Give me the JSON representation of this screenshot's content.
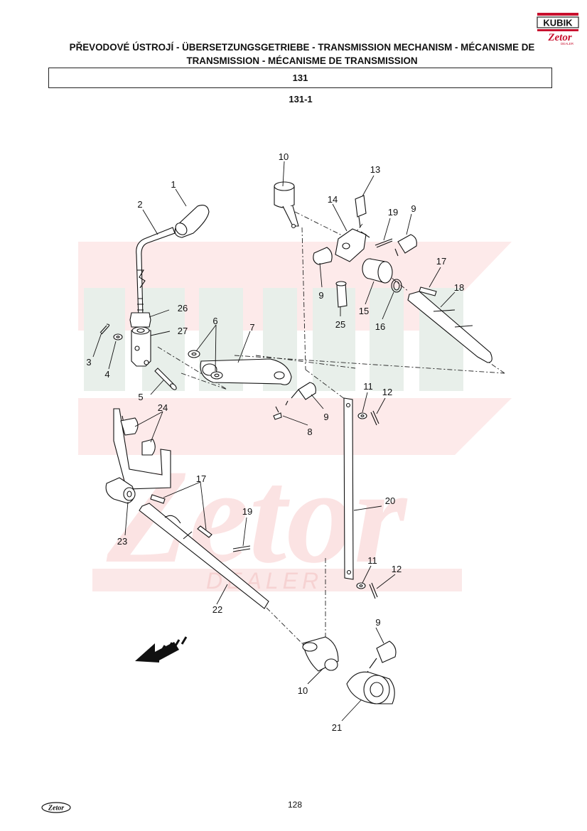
{
  "header": {
    "title_line1": "PŘEVODOVÉ ÚSTROJÍ - ÜBERSETZUNGSGETRIEBE - TRANSMISSION MECHANISM - MÉCANISME DE",
    "title_line2": "TRANSMISSION - MÉCANISME DE TRANSMISSION",
    "section": "131",
    "subsection": "131-1"
  },
  "brand": {
    "logo_text": "KUBIK",
    "logo_sub": "Zetor",
    "logo_tag": "DEALER",
    "watermark_text": "Zetor",
    "watermark_sub": "DEALER"
  },
  "colors": {
    "brand_red": "#c8102e",
    "watermark_red": "#fbe3e3",
    "watermark_gray": "#e7eee9",
    "line": "#111111"
  },
  "callouts": {
    "c1": "1",
    "c2": "2",
    "c3": "3",
    "c4": "4",
    "c5": "5",
    "c6": "6",
    "c7": "7",
    "c8": "8",
    "c9a": "9",
    "c9b": "9",
    "c9c": "9",
    "c9d": "9",
    "c10a": "10",
    "c10b": "10",
    "c11a": "11",
    "c11b": "11",
    "c12a": "12",
    "c12b": "12",
    "c13": "13",
    "c14": "14",
    "c15": "15",
    "c16": "16",
    "c17a": "17",
    "c17b": "17",
    "c18": "18",
    "c19a": "19",
    "c19b": "19",
    "c20": "20",
    "c21": "21",
    "c22": "22",
    "c23": "23",
    "c24": "24",
    "c25": "25",
    "c26": "26",
    "c27": "27"
  },
  "footer": {
    "page_number": "128",
    "logo_text": "Zetor"
  },
  "icons": [
    "kubik-zetor-logo",
    "direction-arrow-icon",
    "zetor-footer-logo"
  ]
}
